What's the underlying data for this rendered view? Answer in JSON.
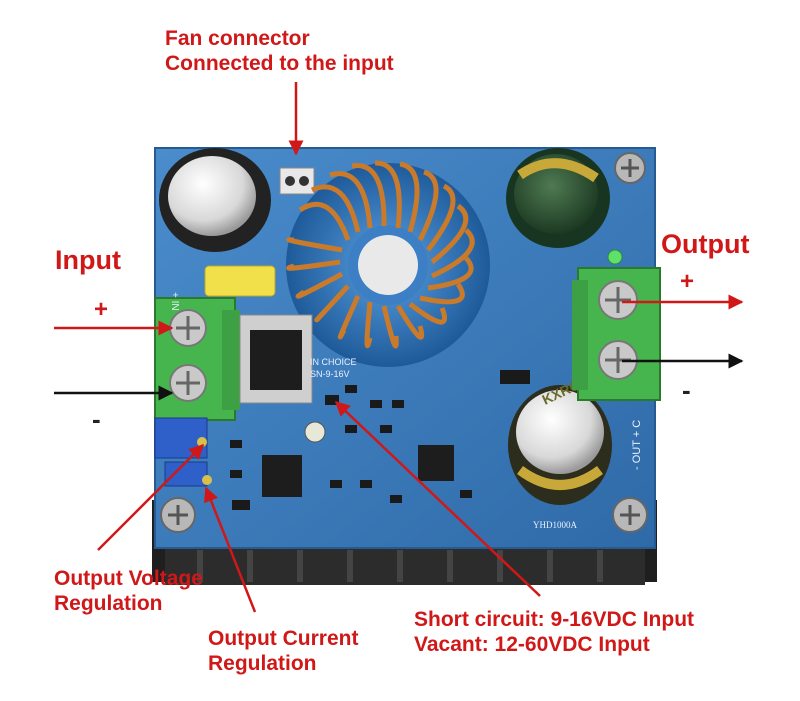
{
  "labels": {
    "fan_connector_line1": "Fan connector",
    "fan_connector_line2": "Connected to the input",
    "input_title": "Input",
    "input_plus": "+",
    "input_minus": "-",
    "output_title": "Output",
    "output_plus": "+",
    "output_minus": "-",
    "voltage_reg_line1": "Output Voltage",
    "voltage_reg_line2": "Regulation",
    "current_reg_line1": "Output Current",
    "current_reg_line2": "Regulation",
    "short_circuit_line1": "Short circuit: 9-16VDC Input",
    "short_circuit_line2": "Vacant: 12-60VDC Input"
  },
  "board": {
    "marking_in_choice": "IN CHOICE",
    "marking_range": "SN-9-16V",
    "marking_out": "- OUT + C",
    "marking_model": "YHD1000A",
    "marking_in": "+ IN",
    "capacitor_text": "KXRC"
  },
  "colors": {
    "label_red": "#d01818",
    "pcb_blue": "#3d7fc4",
    "terminal_green": "#47b54d",
    "heatsink": "#1f1f1f",
    "copper": "#c97a2b"
  }
}
